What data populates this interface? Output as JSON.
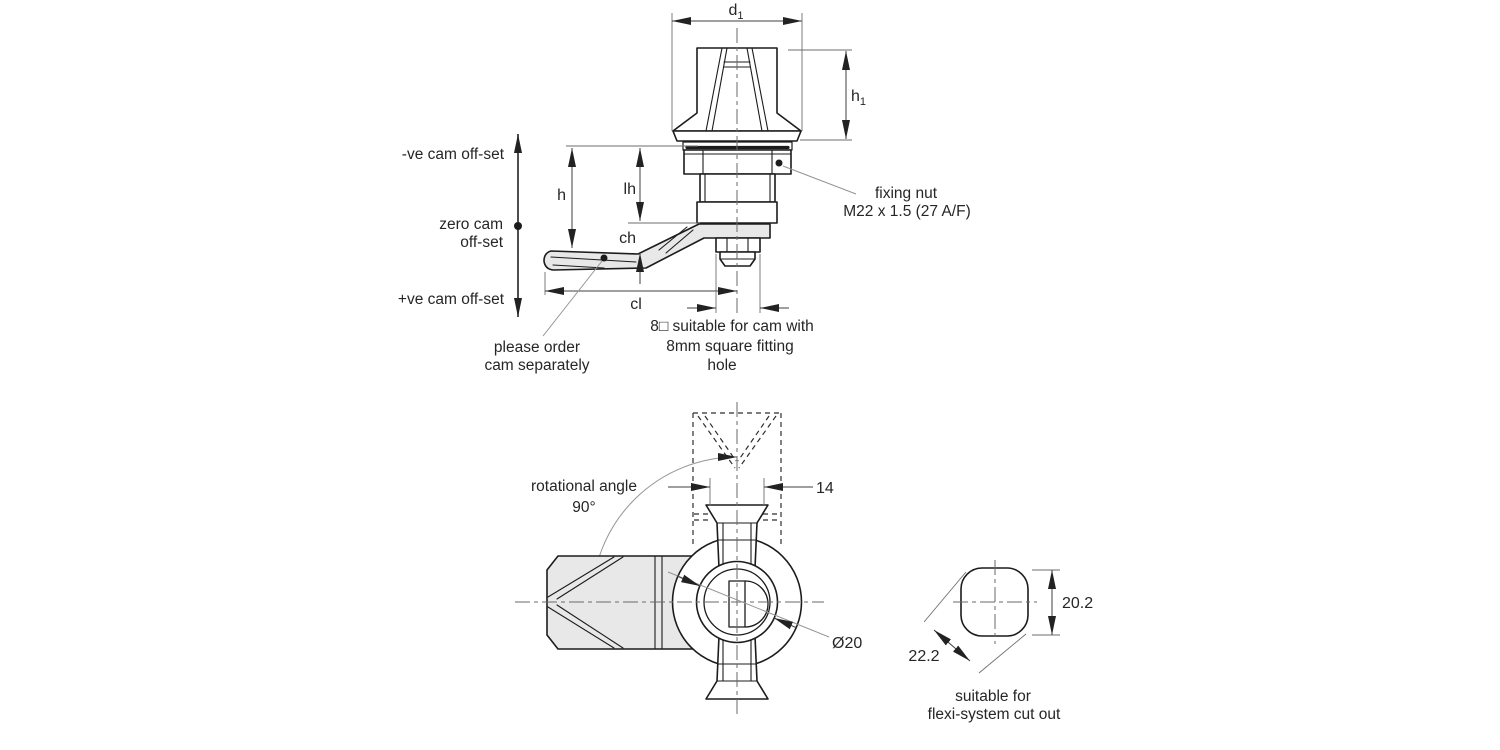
{
  "drawing_title": "quarter-turn wing-knob latch technical drawing",
  "colors": {
    "background": "#ffffff",
    "main_line": "#1c1c1c",
    "dimension_line": "#3f3f3f",
    "leader_line": "#949494",
    "centerline": "#6a6a6a",
    "cam_fill": "#e8e8e8",
    "text": "#262626"
  },
  "side_view": {
    "dims": {
      "d1_base": "d",
      "d1_sub": "1",
      "h1_base": "h",
      "h1_sub": "1",
      "h": "h",
      "lh": "lh",
      "ch": "ch",
      "cl": "cl"
    },
    "labels": {
      "neg_offset": "-ve cam off-set",
      "zero_offset_1": "zero cam",
      "zero_offset_2": "off-set",
      "pos_offset": "+ve cam off-set",
      "fixing_nut_1": "fixing nut",
      "fixing_nut_2": "M22 x 1.5 (27 A/F)",
      "order_note_1": "please order",
      "order_note_2": "cam separately",
      "square_note_1": "8□ suitable for cam with",
      "square_note_2": "8mm square fitting",
      "square_note_3": "hole"
    }
  },
  "front_view": {
    "rotation_1": "rotational angle",
    "rotation_2": "90°",
    "width": "14",
    "diameter": "Ø20"
  },
  "cutout_view": {
    "height": "20.2",
    "diagonal": "22.2",
    "caption_1": "suitable for",
    "caption_2": "flexi-system cut out"
  }
}
